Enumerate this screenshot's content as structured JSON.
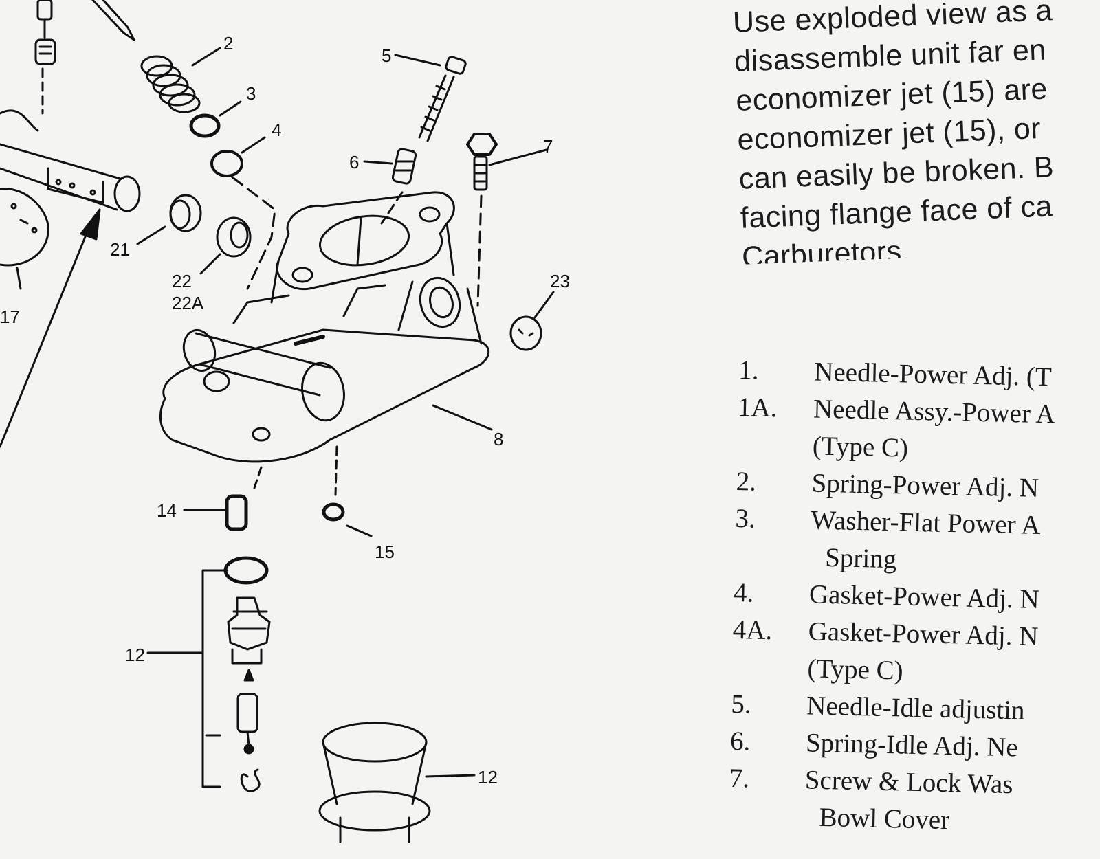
{
  "diagram": {
    "callouts": [
      "2",
      "3",
      "4",
      "5",
      "6",
      "7",
      "8",
      "12",
      "12",
      "14",
      "15",
      "17",
      "21",
      "22",
      "22A",
      "23"
    ]
  },
  "instructions": {
    "lines": [
      "Use exploded view as a",
      "disassemble unit far en",
      "economizer jet (15) are",
      "economizer jet (15), or",
      "can easily be broken. B",
      "facing flange face of ca",
      "Carburetors."
    ]
  },
  "parts_list": [
    {
      "num": "1.",
      "desc": "Needle-Power Adj. (T"
    },
    {
      "num": "1A.",
      "desc": "Needle Assy.-Power A",
      "cont": "(Type C)"
    },
    {
      "num": "2.",
      "desc": "Spring-Power Adj. N"
    },
    {
      "num": "3.",
      "desc": "Washer-Flat Power A",
      "cont": "Spring"
    },
    {
      "num": "4.",
      "desc": "Gasket-Power Adj. N"
    },
    {
      "num": "4A.",
      "desc": "Gasket-Power Adj. N",
      "cont": "(Type C)"
    },
    {
      "num": "5.",
      "desc": "Needle-Idle adjustin"
    },
    {
      "num": "6.",
      "desc": "Spring-Idle Adj. Ne"
    },
    {
      "num": "7.",
      "desc": "Screw & Lock Was",
      "cont": "Bowl Cover"
    }
  ]
}
